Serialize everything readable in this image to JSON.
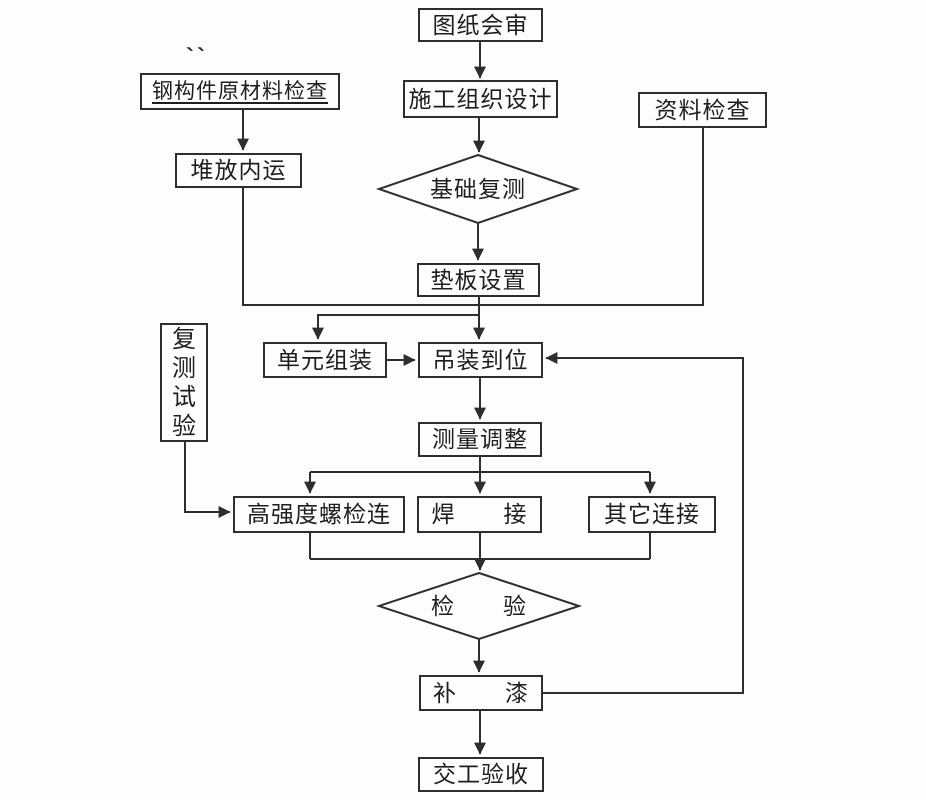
{
  "background": "#fdfdfd",
  "line_color": "#2e2e2e",
  "decoration": {
    "tick_marks": "``"
  },
  "nodes": {
    "drawing_review": {
      "label": "图纸会审",
      "type": "process"
    },
    "raw_material_check": {
      "label": "钢构件原材料检查",
      "type": "process"
    },
    "construction_org_design": {
      "label": "施工组织设计",
      "type": "process"
    },
    "data_check": {
      "label": "资料检查",
      "type": "process"
    },
    "stacking_transport": {
      "label": "堆放内运",
      "type": "process"
    },
    "foundation_recheck": {
      "label": "基础复测",
      "type": "decision"
    },
    "pad_setting": {
      "label": "垫板设置",
      "type": "process"
    },
    "retest_experiment": {
      "label": "复测试验",
      "type": "process-vertical"
    },
    "unit_assembly": {
      "label": "单元组装",
      "type": "process"
    },
    "hoisting_in_place": {
      "label": "吊装到位",
      "type": "process"
    },
    "measurement_adjustment": {
      "label": "测量调整",
      "type": "process"
    },
    "high_strength_bolt_connection": {
      "label": "高强度螺检连",
      "type": "process"
    },
    "welding": {
      "label": "焊　　接",
      "type": "process"
    },
    "other_connection": {
      "label": "其它连接",
      "type": "process"
    },
    "inspection": {
      "label": "检　　验",
      "type": "decision"
    },
    "touch_up_paint": {
      "label": "补　　漆",
      "type": "process"
    },
    "handover_acceptance": {
      "label": "交工验收",
      "type": "process"
    }
  },
  "edges": [
    {
      "from": "图纸会审",
      "to": "施工组织设计"
    },
    {
      "from": "施工组织设计",
      "to": "基础复测"
    },
    {
      "from": "基础复测",
      "to": "垫板设置"
    },
    {
      "from": "钢构件原材料检查",
      "to": "堆放内运"
    },
    {
      "from": "堆放内运",
      "to": "吊装到位"
    },
    {
      "from": "资料检查",
      "to": "吊装到位"
    },
    {
      "from": "垫板设置",
      "to": "单元组装"
    },
    {
      "from": "垫板设置",
      "to": "吊装到位"
    },
    {
      "from": "单元组装",
      "to": "吊装到位"
    },
    {
      "from": "吊装到位",
      "to": "测量调整"
    },
    {
      "from": "测量调整",
      "to": "高强度螺检连"
    },
    {
      "from": "测量调整",
      "to": "焊接"
    },
    {
      "from": "测量调整",
      "to": "其它连接"
    },
    {
      "from": "复测试验",
      "to": "高强度螺检连"
    },
    {
      "from": "高强度螺检连",
      "to": "检验"
    },
    {
      "from": "焊接",
      "to": "检验"
    },
    {
      "from": "其它连接",
      "to": "检验"
    },
    {
      "from": "检验",
      "to": "补漆"
    },
    {
      "from": "补漆",
      "to": "吊装到位"
    },
    {
      "from": "补漆",
      "to": "交工验收"
    }
  ]
}
